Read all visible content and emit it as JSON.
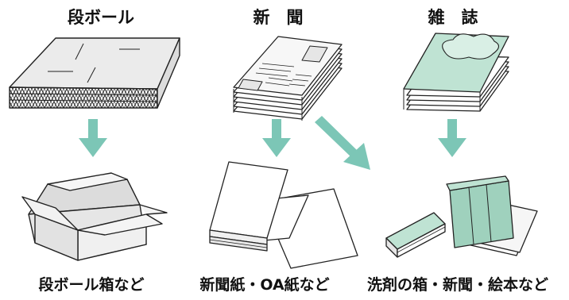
{
  "columns": [
    {
      "source": "段ボール",
      "destination": "段ボール箱など"
    },
    {
      "source": "新　聞",
      "destination": "新聞紙・OA紙など"
    },
    {
      "source": "雑　誌",
      "destination": "洗剤の箱・新聞・絵本など"
    }
  ],
  "colors": {
    "arrow": "#7cc6b6",
    "cover": "#bfe3d3",
    "box": "#e9e9e9",
    "outline": "#222222"
  }
}
